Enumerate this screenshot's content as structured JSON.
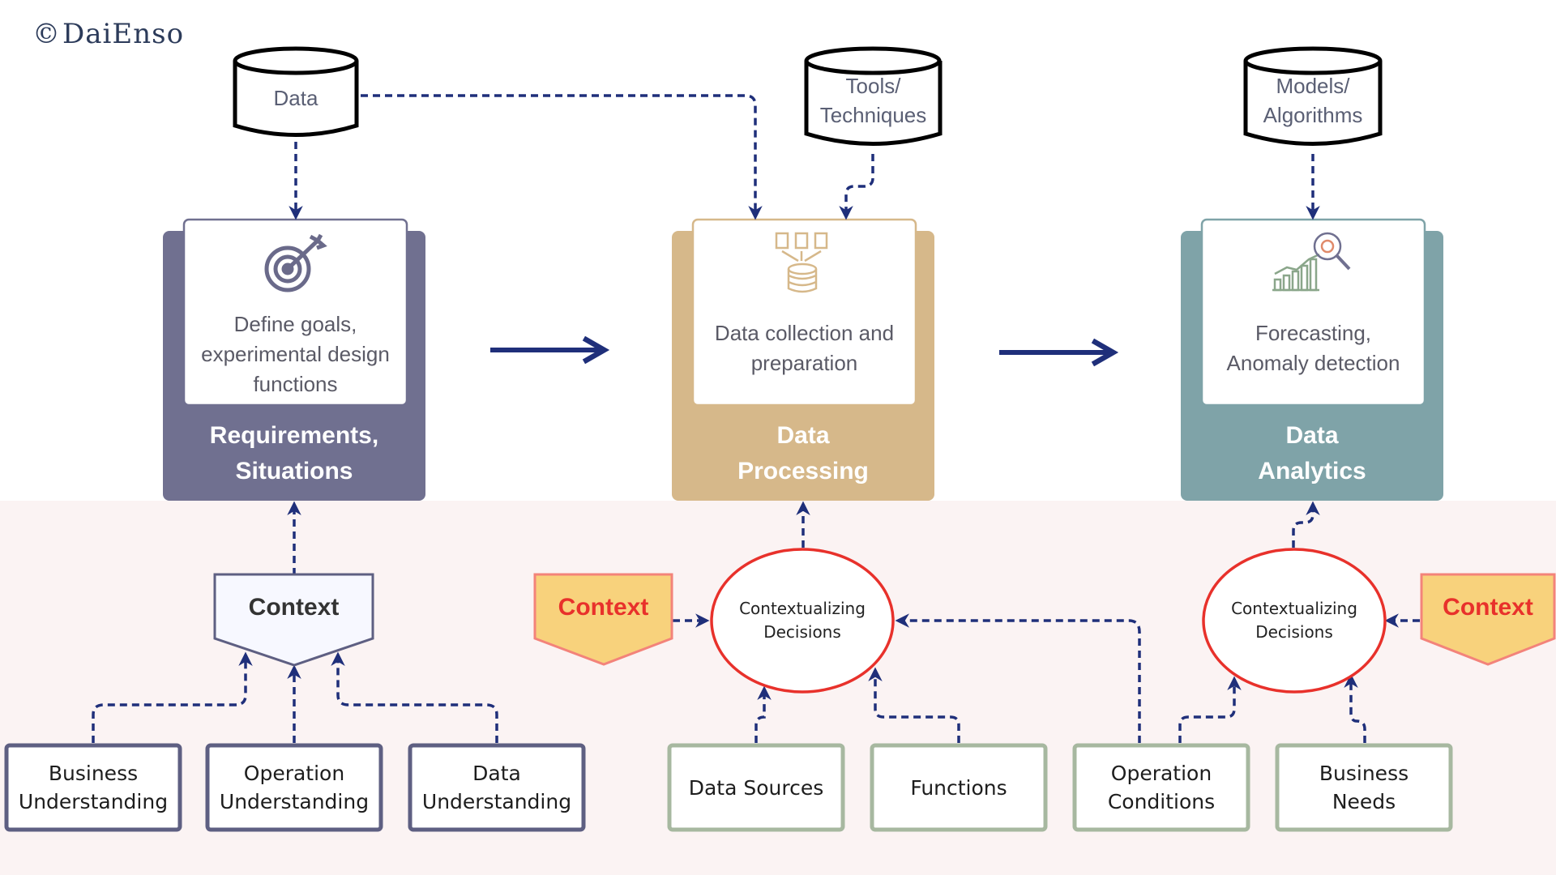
{
  "logo": {
    "symbol": "©",
    "text": "DaiEnso"
  },
  "databases": {
    "data": "Data",
    "tools_line1": "Tools/",
    "tools_line2": "Techniques",
    "models_line1": "Models/",
    "models_line2": "Algorithms"
  },
  "stages": [
    {
      "panel_line1": "Define goals,",
      "panel_line2": "experimental design",
      "panel_line3": "functions",
      "title_line1": "Requirements,",
      "title_line2": "Situations",
      "color": "#707090"
    },
    {
      "panel_line1": "Data collection and",
      "panel_line2": "preparation",
      "title_line1": "Data",
      "title_line2": "Processing",
      "color": "#d6b88a"
    },
    {
      "panel_line1": "Forecasting,",
      "panel_line2": "Anomaly detection",
      "title_line1": "Data",
      "title_line2": "Analytics",
      "color": "#7fa3a8"
    }
  ],
  "context": {
    "left": "Context",
    "middle": "Context",
    "right": "Context"
  },
  "decisions": {
    "middle_line1": "Contextualizing",
    "middle_line2": "Decisions",
    "right_line1": "Contextualizing",
    "right_line2": "Decisions"
  },
  "boxes": [
    {
      "line1": "Business",
      "line2": "Understanding"
    },
    {
      "line1": "Operation",
      "line2": "Understanding"
    },
    {
      "line1": "Data",
      "line2": "Understanding"
    },
    {
      "line1": "Data Sources"
    },
    {
      "line1": "Functions"
    },
    {
      "line1": "Operation",
      "line2": "Conditions"
    },
    {
      "line1": "Business",
      "line2": "Needs"
    }
  ],
  "colors": {
    "arrow": "#1f2f7a",
    "purple": "#707090",
    "tan": "#d6b88a",
    "teal": "#7fa3a8",
    "context_fill": "#f8d27c",
    "context_text": "#e8312b",
    "decision_ring": "#e8312b",
    "green_box": "#a7b8a0",
    "purple_box": "#5e5f82"
  }
}
